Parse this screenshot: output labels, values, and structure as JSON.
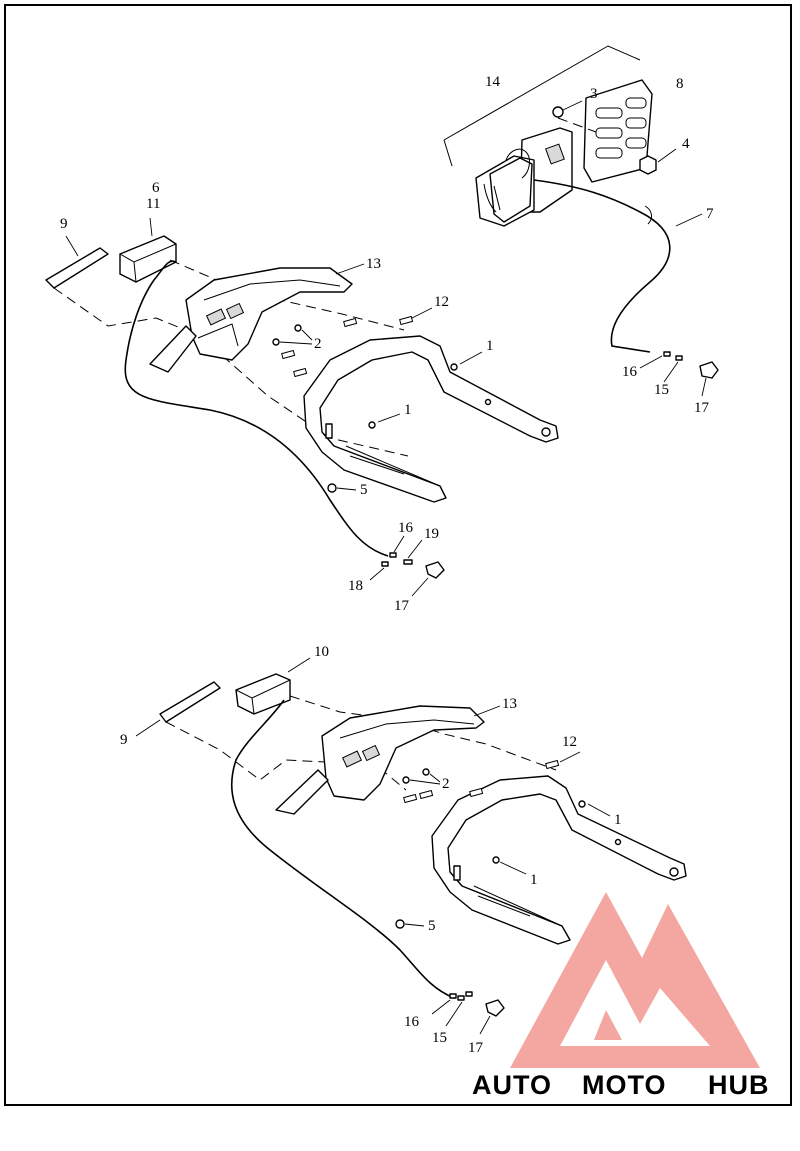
{
  "diagram": {
    "top_assembly": {
      "labels": {
        "l1a": "1",
        "l1b": "1",
        "l2": "2",
        "l3": "3",
        "l4": "4",
        "l5": "5",
        "l6": "6",
        "l7": "7",
        "l8": "8",
        "l9": "9",
        "l11": "11",
        "l12": "12",
        "l13": "13",
        "l14": "14",
        "l15": "15",
        "l16a": "16",
        "l16b": "16",
        "l17a": "17",
        "l17b": "17",
        "l18": "18",
        "l19": "19"
      }
    },
    "bottom_assembly": {
      "labels": {
        "l1a": "1",
        "l1b": "1",
        "l2": "2",
        "l5": "5",
        "l9": "9",
        "l10": "10",
        "l12": "12",
        "l13": "13",
        "l15": "15",
        "l16": "16",
        "l17": "17"
      }
    }
  },
  "watermark": {
    "word_a": "AUTO",
    "word_b": "MOTO",
    "word_c": "HUB",
    "color_a": "#f4a7a0",
    "color_b": "#f2c79b",
    "color_c": "#b5b5b5",
    "emblem_color": "#f4a7a0"
  }
}
